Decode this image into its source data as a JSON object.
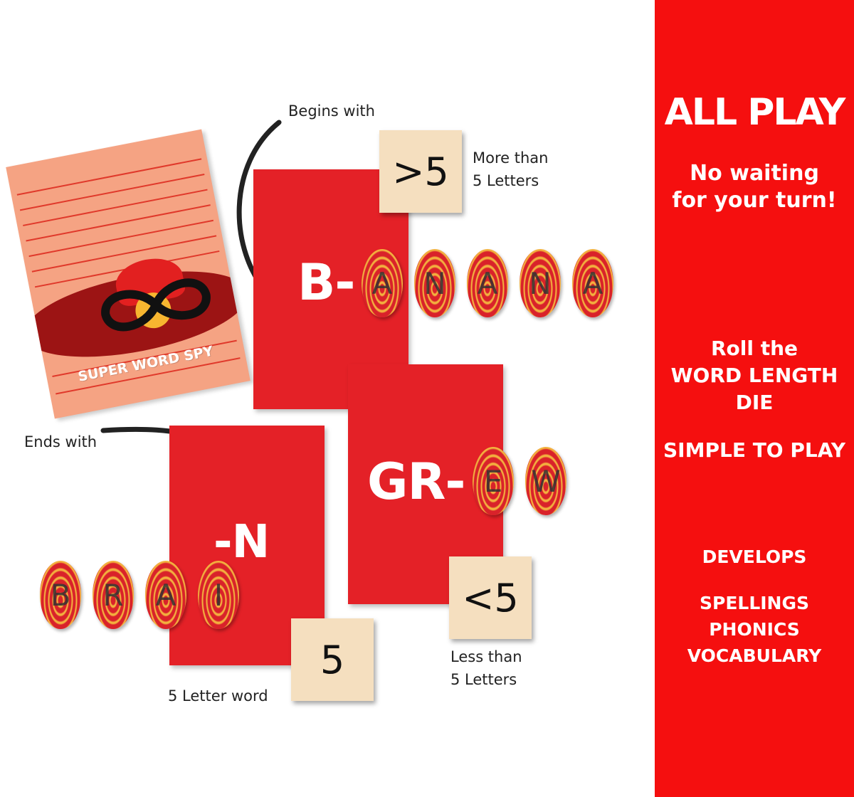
{
  "panel": {
    "brand": "ALL PLAY",
    "waiting_line1": "No waiting",
    "waiting_line2": "for your turn!",
    "roll_line1": "Roll the",
    "roll_line2": "WORD LENGTH",
    "roll_line3": "DIE",
    "simple": "SIMPLE TO PLAY",
    "develops": "DEVELOPS",
    "skills": [
      "SPELLINGS",
      "PHONICS",
      "VOCABULARY"
    ],
    "background_color": "#f50f0f"
  },
  "spy_card": {
    "label": "SUPER WORD SPY"
  },
  "arrows": {
    "begins_label": "Begins with",
    "ends_label": "Ends with"
  },
  "card_banana": {
    "prefix": "B-",
    "tokens": [
      "A",
      "N",
      "A",
      "N",
      "A"
    ]
  },
  "card_grew": {
    "prefix": "GR-",
    "tokens": [
      "E",
      "W"
    ]
  },
  "card_brain": {
    "suffix": "-N",
    "tokens": [
      "B",
      "R",
      "A",
      "I"
    ]
  },
  "dice": {
    "more": {
      "face": ">5",
      "caption_line1": "More than",
      "caption_line2": "5 Letters"
    },
    "less": {
      "face": "<5",
      "caption_line1": "Less than",
      "caption_line2": "5 Letters"
    },
    "exact": {
      "face": "5",
      "caption": "5 Letter word"
    }
  },
  "colors": {
    "card_red": "#e42127",
    "die_face": "#f5dfbf",
    "spy_card": "#f5a383"
  }
}
